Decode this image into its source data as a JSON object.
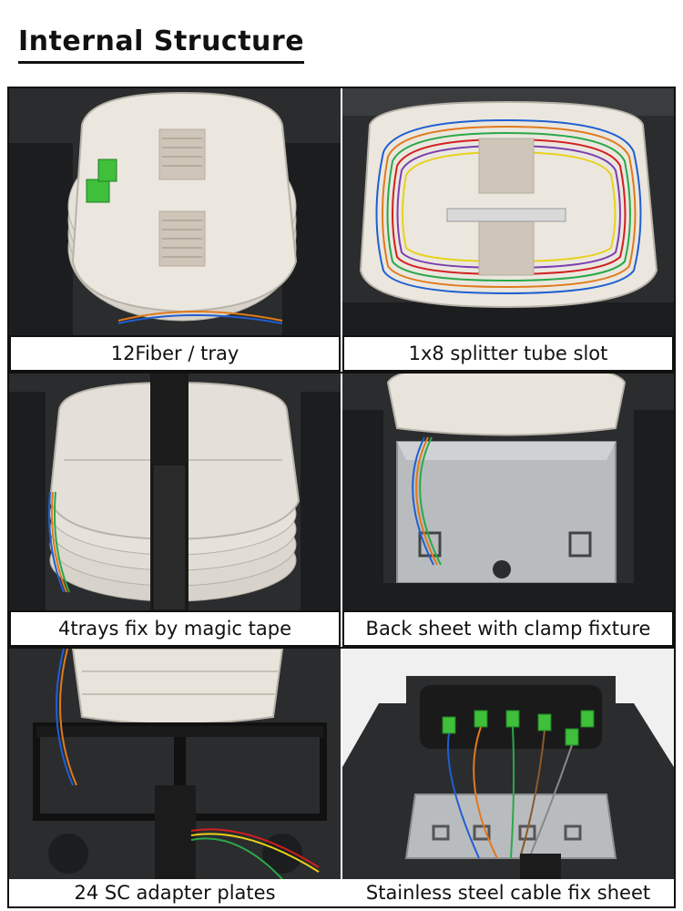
{
  "heading": "Internal Structure",
  "panels": [
    {
      "id": "tray",
      "caption": "12Fiber / tray"
    },
    {
      "id": "splitter",
      "caption": "1x8 splitter tube slot"
    },
    {
      "id": "magic-tape",
      "caption": "4trays fix by magic tape"
    },
    {
      "id": "back-sheet",
      "caption": "Back sheet with clamp fixture"
    },
    {
      "id": "adapter-plates",
      "caption": "24 SC adapter plates"
    },
    {
      "id": "cable-sheet",
      "caption": "Stainless steel cable fix sheet"
    }
  ],
  "colors": {
    "enclosure": "#2a2c2e",
    "tray": "#e8e4dc",
    "steel": "#b9bcbf",
    "sc_adapter": "#3fbf3a",
    "fiber_colors": [
      "#1f5fd1",
      "#e07a1c",
      "#2aa84a",
      "#8a5a2b",
      "#888888",
      "#f2f2f2",
      "#d21f1f",
      "#111111",
      "#e8d21a",
      "#7a3fb0",
      "#e86fb0",
      "#2ac7c7"
    ]
  }
}
